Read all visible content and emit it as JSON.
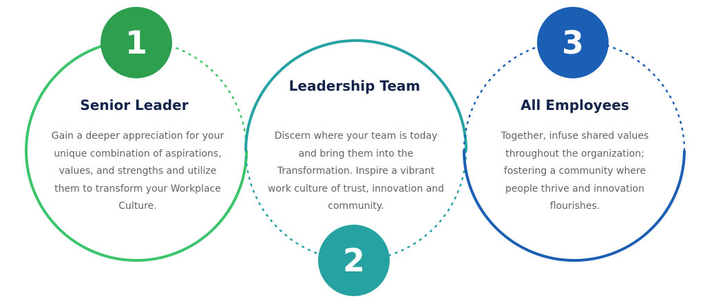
{
  "colors": {
    "green": "#2e9e4f",
    "green_ring": "#3cc46a",
    "teal": "#26a2a2",
    "blue": "#1a5fb4",
    "title_text": "#14234a",
    "body_text": "#5f6368"
  },
  "steps": [
    {
      "number": "1",
      "title": "Senior Leader",
      "description": "Gain a deeper appreciation for your unique combination of aspirations, values, and strengths and utilize them to transform your Workplace Culture."
    },
    {
      "number": "2",
      "title": "Leadership Team",
      "description": "Discern where your team is today and bring them into the Transformation. Inspire a vibrant work culture of trust, innovation and community."
    },
    {
      "number": "3",
      "title": "All Employees",
      "description": "Together, infuse shared values throughout the organization; fostering a community where people thrive and innovation flourishes."
    }
  ]
}
